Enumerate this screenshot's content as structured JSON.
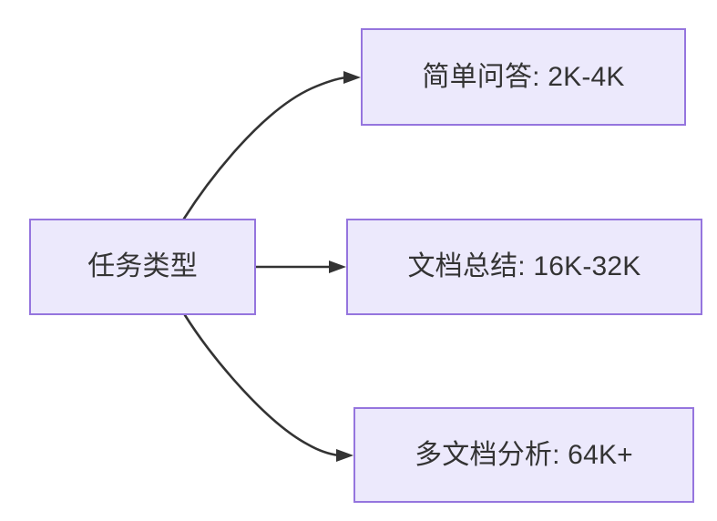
{
  "diagram": {
    "type": "flowchart",
    "direction": "left-to-right",
    "background_color": "#ffffff",
    "node_fill_color": "#ece9fc",
    "node_border_color": "#9575de",
    "text_color": "#333333",
    "edge_color": "#333333",
    "nodes": [
      {
        "id": "root",
        "label": "任务类型"
      },
      {
        "id": "simple-qa",
        "label": "简单问答: 2K-4K"
      },
      {
        "id": "doc-sum",
        "label": "文档总结: 16K-32K"
      },
      {
        "id": "multi-doc",
        "label": "多文档分析: 64K+"
      }
    ],
    "edges": [
      {
        "from": "root",
        "to": "simple-qa",
        "label": "",
        "style": "curved-arrow"
      },
      {
        "from": "root",
        "to": "doc-sum",
        "label": "",
        "style": "straight-arrow"
      },
      {
        "from": "root",
        "to": "multi-doc",
        "label": "",
        "style": "curved-arrow"
      }
    ]
  }
}
